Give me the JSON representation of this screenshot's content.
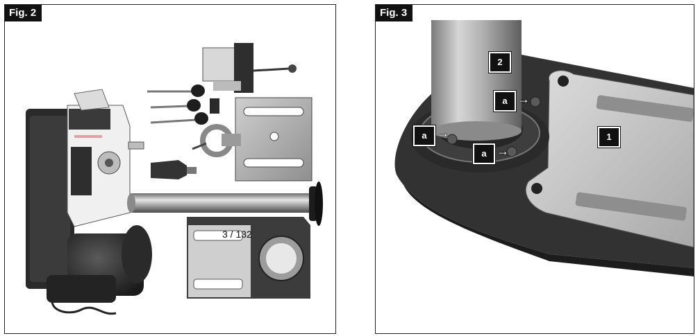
{
  "fig2": {
    "label": "Fig. 2",
    "page_number": "3 / 132"
  },
  "fig3": {
    "label": "Fig. 3",
    "callouts": {
      "column": "2",
      "base_plate": "1",
      "bolt_a1": "a",
      "bolt_a2": "a",
      "bolt_a3": "a"
    }
  },
  "colors": {
    "border": "#222222",
    "label_bg": "#111111",
    "label_fg": "#ffffff"
  }
}
